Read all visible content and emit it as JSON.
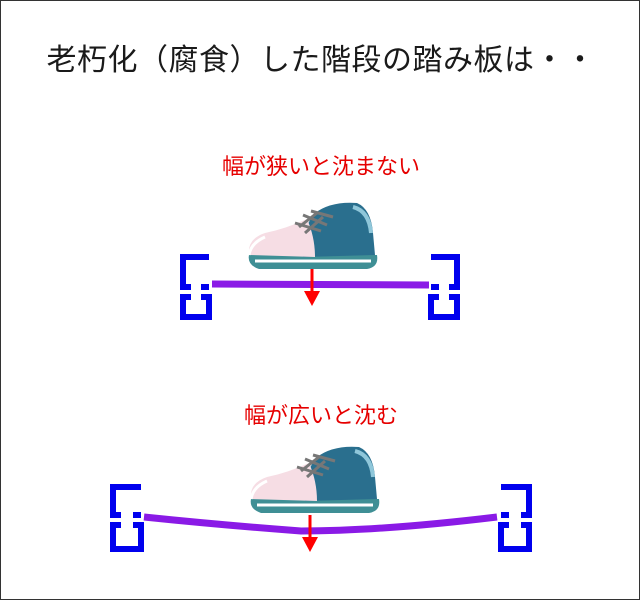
{
  "title": "老朽化（腐食）した階段の踏み板は・・",
  "scenarios": [
    {
      "caption": "幅が狭いと沈まない"
    },
    {
      "caption": "幅が広いと沈む"
    }
  ],
  "colors": {
    "bracket": "#0000ee",
    "board": "#8a1ae6",
    "arrow": "#ff0000",
    "caption": "#e60000",
    "shoe_upper": "#2a6f8e",
    "shoe_toe": "#f6dde4",
    "shoe_sole": "#3f8f95",
    "shoe_laces": "#777777"
  },
  "icons": {
    "shoe": "sneaker-icon",
    "load_arrow": "arrow-down-icon",
    "support": "bracket-icon"
  }
}
